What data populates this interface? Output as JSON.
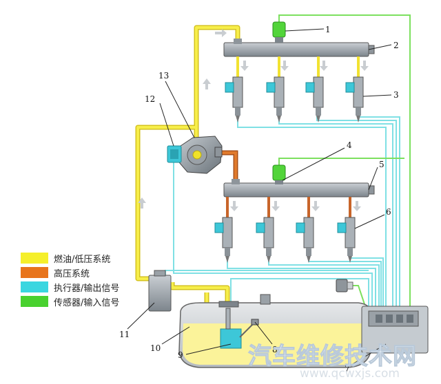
{
  "callouts": [
    {
      "id": "1",
      "label": "1"
    },
    {
      "id": "2",
      "label": "2"
    },
    {
      "id": "3",
      "label": "3"
    },
    {
      "id": "4",
      "label": "4"
    },
    {
      "id": "5",
      "label": "5"
    },
    {
      "id": "6",
      "label": "6"
    },
    {
      "id": "7",
      "label": "7"
    },
    {
      "id": "8",
      "label": "8"
    },
    {
      "id": "9",
      "label": "9"
    },
    {
      "id": "10",
      "label": "10"
    },
    {
      "id": "11",
      "label": "11"
    },
    {
      "id": "12",
      "label": "12"
    },
    {
      "id": "13",
      "label": "13"
    }
  ],
  "legend": [
    {
      "label": "燃油/低压系统",
      "color": "#f5ef2b"
    },
    {
      "label": "高压系统",
      "color": "#e8741c"
    },
    {
      "label": "执行器/输出信号",
      "color": "#3ad6e0"
    },
    {
      "label": "传感器/输入信号",
      "color": "#49d12f"
    }
  ],
  "watermark": {
    "text": "汽车维修技术网",
    "url": "www.qcwxjs.com"
  },
  "colors": {
    "low_pressure": "#f0e228",
    "high_pressure": "#c8652a",
    "actuator_signal": "#7fe0e4",
    "sensor_signal": "#7ce05e",
    "component_grey": "#8e959b",
    "fuel_fill": "#fbf39a"
  }
}
